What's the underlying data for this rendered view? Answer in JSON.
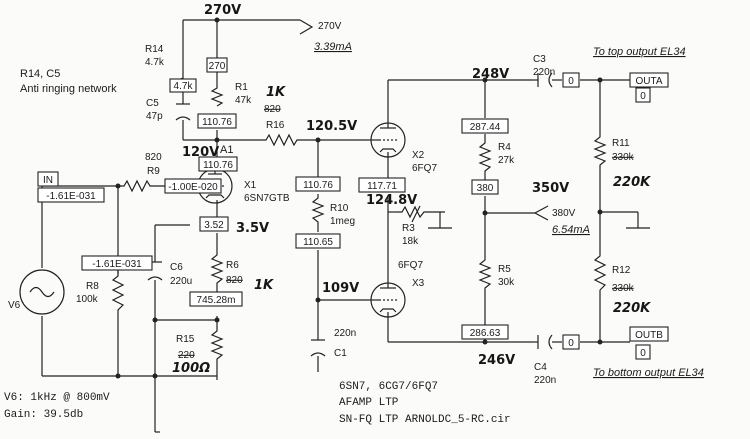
{
  "supply": {
    "hand_voltage": "270V",
    "label_voltage": "270V",
    "label_current": "3.39mA"
  },
  "notes": {
    "r14_c5_title": "R14, C5",
    "r14_c5_desc": "Anti ringing network",
    "to_top": "To top output EL34",
    "to_bottom": "To bottom output EL34",
    "v6_line": "V6: 1kHz @ 800mV",
    "gain_line": "Gain: 39.5db",
    "title_1": "6SN7, 6CG7/6FQ7",
    "title_2": "AFAMP LTP",
    "title_3": "SN-FQ LTP ARNOLDC_5-RC.cir"
  },
  "components": {
    "r14": {
      "name": "R14",
      "value": "4.7k"
    },
    "c5": {
      "name": "C5",
      "value": "47p"
    },
    "r1": {
      "name": "R1",
      "value": "47k",
      "struck": "820",
      "hand": "1K"
    },
    "r16": {
      "name": "R16"
    },
    "r9": {
      "name": "R9",
      "value": "820"
    },
    "x1": {
      "name": "X1",
      "value": "6SN7GTB"
    },
    "c6": {
      "name": "C6",
      "value": "220u"
    },
    "r6": {
      "name": "R6",
      "value": "820",
      "hand": "1K"
    },
    "r8": {
      "name": "R8",
      "value": "100k"
    },
    "r15": {
      "name": "R15",
      "value": "220",
      "hand": "100Ω"
    },
    "v6": {
      "name": "V6"
    },
    "r10": {
      "name": "R10",
      "value": "1meg"
    },
    "c1": {
      "name": "C1",
      "value": "220n"
    },
    "x2": {
      "name": "X2",
      "value": "6FQ7"
    },
    "x3": {
      "name": "X3",
      "value": "6FQ7"
    },
    "r3": {
      "name": "R3",
      "value": "18k"
    },
    "r4": {
      "name": "R4",
      "value": "27k"
    },
    "r5": {
      "name": "R5",
      "value": "30k"
    },
    "c3": {
      "name": "C3",
      "value": "220n"
    },
    "c4": {
      "name": "C4",
      "value": "220n"
    },
    "r11": {
      "name": "R11",
      "value": "330k",
      "hand": "220K"
    },
    "r12": {
      "name": "R12",
      "value": "330k",
      "hand": "220K"
    },
    "supply380": {
      "label_voltage": "380V",
      "label_current": "6.54mA",
      "hand": "350V"
    }
  },
  "nodes": {
    "a1": "A1",
    "in": "IN",
    "outa": "OUTA",
    "outb": "OUTB"
  },
  "probes": {
    "p270": "270",
    "p110_r1": "110.76",
    "p110_x1": "110.76",
    "p_grid": "-1.00E-020",
    "p_in": "-1.61E-031",
    "p_r8": "-1.61E-031",
    "p352": "3.52",
    "p745": "745.28m",
    "p110_r10": "110.76",
    "p110_65": "110.65",
    "p117": "117.71",
    "p287": "287.44",
    "p380": "380",
    "p286": "286.63",
    "p0_c3": "0",
    "p0_outa": "0",
    "p0_c4": "0",
    "p0_outb": "0"
  },
  "handwritten": {
    "v120_1": "120V",
    "v120_5": "120.5V",
    "v3_5": "3.5V",
    "v124_8": "124.8V",
    "v109": "109V",
    "v248": "248V",
    "v246": "246V",
    "v350": "350V"
  }
}
